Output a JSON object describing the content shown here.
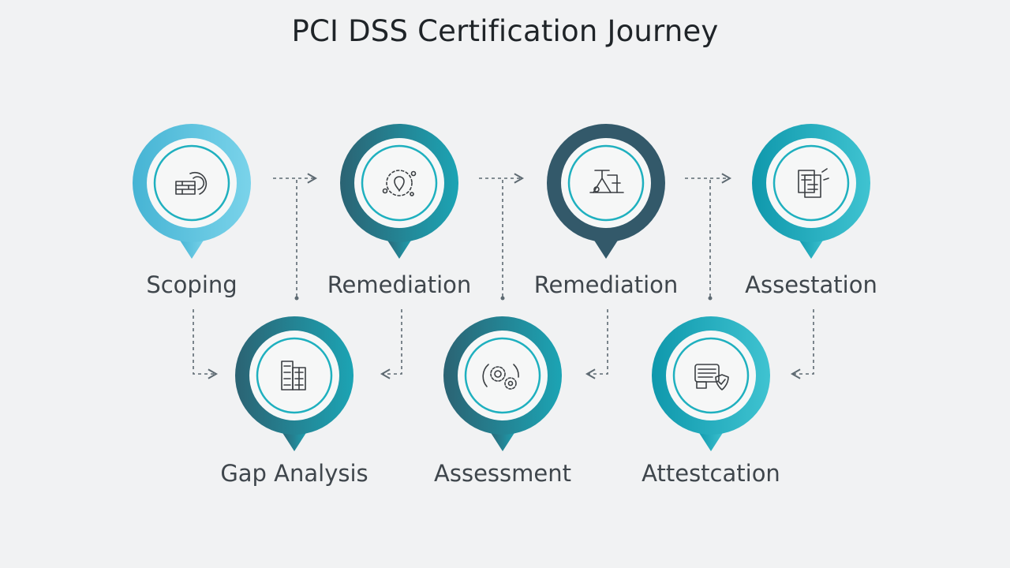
{
  "title": "PCI DSS Certification Journey",
  "steps": [
    {
      "label": "Scoping",
      "icon": "firewall-icon",
      "ring": "light-teal",
      "row": "top"
    },
    {
      "label": "Remediation",
      "icon": "network-node-icon",
      "ring": "dark-teal",
      "row": "top"
    },
    {
      "label": "Remediation",
      "icon": "tools-icon",
      "ring": "dark-slate",
      "row": "top"
    },
    {
      "label": "Assestation",
      "icon": "document-stack-icon",
      "ring": "teal",
      "row": "top"
    },
    {
      "label": "Gap Analysis",
      "icon": "building-grid-icon",
      "ring": "dark-teal",
      "row": "bottom"
    },
    {
      "label": "Assessment",
      "icon": "gears-icon",
      "ring": "dark-teal",
      "row": "bottom"
    },
    {
      "label": "Attestcation",
      "icon": "shield-document-icon",
      "ring": "teal",
      "row": "bottom"
    }
  ],
  "colors": {
    "light-teal": [
      "#46b4d4",
      "#7ad3ea"
    ],
    "teal": [
      "#0f98ac",
      "#3fc3d1"
    ],
    "dark-teal": [
      "#2b6373",
      "#1ca4b4"
    ],
    "dark-slate": [
      "#33596a",
      "#33596a"
    ],
    "inner-ring": "#1fb0bf",
    "connector": "#5e6a72"
  }
}
